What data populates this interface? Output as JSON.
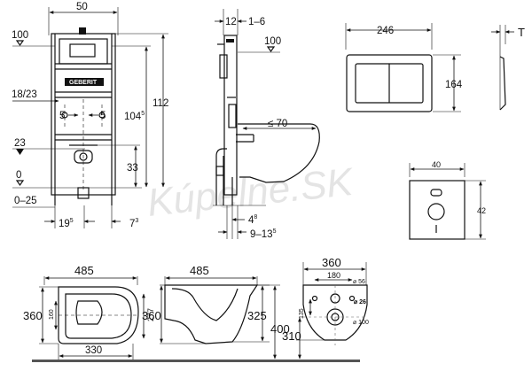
{
  "frame": {
    "width_top": "50",
    "level_100": "100",
    "d_18_23": "18/23",
    "d_5a": "5",
    "d_5b": "5",
    "level_23": "23",
    "level_0": "0",
    "range_0_25": "0–25",
    "d_19_5": "19",
    "d_19_5_sup": "5",
    "d_7_3": "7",
    "d_7_3_sup": "3",
    "h_112": "112",
    "h_104_5": "104",
    "h_104_5_sup": "5",
    "h_33": "33"
  },
  "side": {
    "d_12": "12",
    "d_1_6": "1–6",
    "level_100": "100",
    "d_le_70": "≤ 70",
    "d_4_8": "4",
    "d_4_8_sup": "8",
    "d_9_13_5": "9–13",
    "d_9_13_5_sup": "5"
  },
  "plate": {
    "width": "246",
    "height": "164",
    "thickness": "T"
  },
  "tile": {
    "width": "40",
    "height": "42"
  },
  "bowl_top": {
    "width": "485",
    "depth": "360",
    "d_160": "160",
    "d_277": "277",
    "d_330": "330"
  },
  "bowl_side": {
    "width": "485",
    "h_360": "360",
    "h_325": "325",
    "h_400": "400"
  },
  "bowl_front": {
    "width": "360",
    "d_180": "180",
    "d_56": "⌀ 56",
    "d_26": "⌀ 26",
    "d_135": "135",
    "d_100": "⌀ 100",
    "h_310": "310"
  },
  "watermark": "Kúpelne.SK"
}
